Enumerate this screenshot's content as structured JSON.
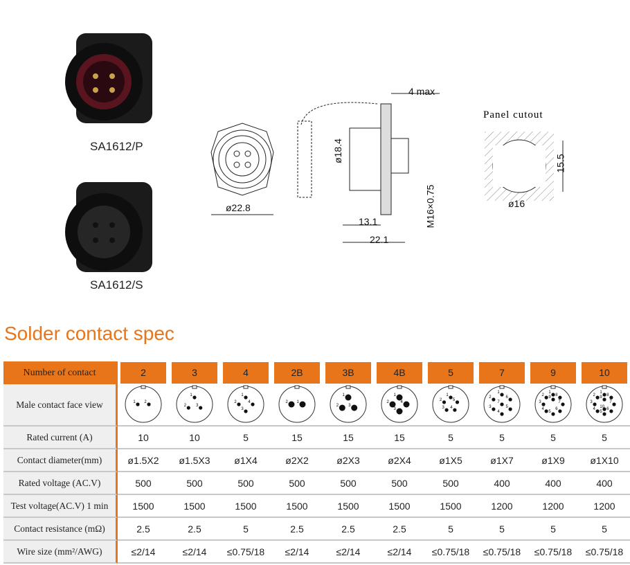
{
  "products": {
    "plug": "SA1612/P",
    "socket": "SA1612/S"
  },
  "drawing": {
    "front_diameter": "ø22.8",
    "body_diameter": "ø18.4",
    "max_panel": "4 max",
    "length_a": "13.1",
    "length_b": "22.1",
    "thread": "M16×0.75",
    "panel_title": "Panel cutout",
    "cutout_height": "15.5",
    "cutout_diameter": "ø16"
  },
  "section_title": "Solder contact spec",
  "table": {
    "row_labels": [
      "Number of contact",
      "Male contact face view",
      "Rated current (A)",
      "Contact diameter(mm)",
      "Rated voltage (AC.V)",
      "Test voltage(AC.V) 1 min",
      "Contact resistance (mΩ)",
      "Wire size (mm²/AWG)"
    ],
    "columns": [
      {
        "contact": "2",
        "current": "10",
        "diameter": "ø1.5X2",
        "voltage": "500",
        "test": "1500",
        "resistance": "2.5",
        "wire": "≤2/14",
        "pins": [
          "2",
          "1"
        ]
      },
      {
        "contact": "3",
        "current": "10",
        "diameter": "ø1.5X3",
        "voltage": "500",
        "test": "1500",
        "resistance": "2.5",
        "wire": "≤2/14",
        "pins": [
          "1",
          "3",
          "2"
        ]
      },
      {
        "contact": "4",
        "current": "5",
        "diameter": "ø1X4",
        "voltage": "500",
        "test": "1500",
        "resistance": "5",
        "wire": "≤0.75/18",
        "pins": [
          "1",
          "4",
          "3",
          "2"
        ]
      },
      {
        "contact": "2B",
        "current": "15",
        "diameter": "ø2X2",
        "voltage": "500",
        "test": "1500",
        "resistance": "2.5",
        "wire": "≤2/14",
        "pins": [
          "1",
          "2"
        ]
      },
      {
        "contact": "3B",
        "current": "15",
        "diameter": "ø2X3",
        "voltage": "500",
        "test": "1500",
        "resistance": "2.5",
        "wire": "≤2/14",
        "pins": [
          "1",
          "3",
          "2"
        ]
      },
      {
        "contact": "4B",
        "current": "15",
        "diameter": "ø2X4",
        "voltage": "500",
        "test": "1500",
        "resistance": "2.5",
        "wire": "≤2/14",
        "pins": [
          "1",
          "4",
          "3",
          "2"
        ]
      },
      {
        "contact": "5",
        "current": "5",
        "diameter": "ø1X5",
        "voltage": "500",
        "test": "1500",
        "resistance": "5",
        "wire": "≤0.75/18",
        "pins": [
          "1",
          "5",
          "4",
          "3",
          "2"
        ]
      },
      {
        "contact": "7",
        "current": "5",
        "diameter": "ø1X7",
        "voltage": "400",
        "test": "1200",
        "resistance": "5",
        "wire": "≤0.75/18",
        "pins": [
          "1",
          "6",
          "5",
          "4",
          "3",
          "2",
          "7"
        ]
      },
      {
        "contact": "9",
        "current": "5",
        "diameter": "ø1X9",
        "voltage": "400",
        "test": "1200",
        "resistance": "5",
        "wire": "≤0.75/18",
        "pins": [
          "1",
          "8",
          "7",
          "6",
          "5",
          "4",
          "3",
          "2",
          "9"
        ]
      },
      {
        "contact": "10",
        "current": "5",
        "diameter": "ø1X10",
        "voltage": "400",
        "test": "1200",
        "resistance": "5",
        "wire": "≤0.75/18",
        "pins": [
          "1",
          "8",
          "7",
          "6",
          "5",
          "4",
          "3",
          "2",
          "9",
          "10"
        ]
      }
    ]
  },
  "colors": {
    "accent": "#E8751A",
    "label_bg": "#efefef"
  }
}
